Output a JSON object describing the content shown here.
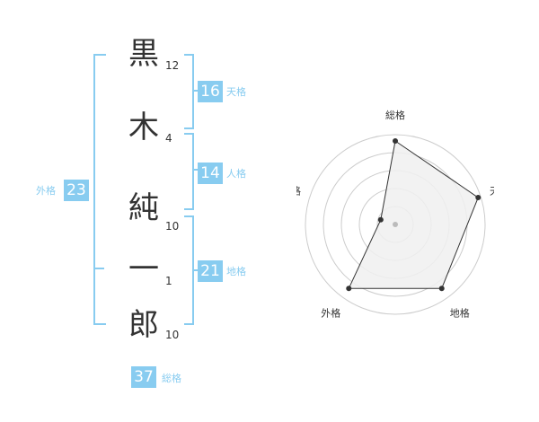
{
  "name": {
    "characters": [
      {
        "char": "黒",
        "strokes": "12"
      },
      {
        "char": "木",
        "strokes": "4"
      },
      {
        "char": "純",
        "strokes": "10"
      },
      {
        "char": "一",
        "strokes": "1"
      },
      {
        "char": "郎",
        "strokes": "10"
      }
    ]
  },
  "kakusu": {
    "tenkaku": {
      "value": "16",
      "label": "天格"
    },
    "jinkaku": {
      "value": "14",
      "label": "人格"
    },
    "chikaku": {
      "value": "21",
      "label": "地格"
    },
    "gaikaku": {
      "value": "23",
      "label": "外格"
    },
    "soukaku": {
      "value": "37",
      "label": "総格"
    }
  },
  "colors": {
    "accent": "#88ccf0",
    "text": "#333333",
    "radar_fill": "#f0f0f0",
    "radar_line": "#333333",
    "grid": "#cccccc"
  },
  "chart_data": {
    "type": "radar",
    "axes": [
      "総格",
      "天格",
      "地格",
      "外格",
      "人格"
    ],
    "values": [
      0.93,
      0.97,
      0.88,
      0.88,
      0.17
    ],
    "rings": 5,
    "range": [
      0,
      1
    ]
  }
}
